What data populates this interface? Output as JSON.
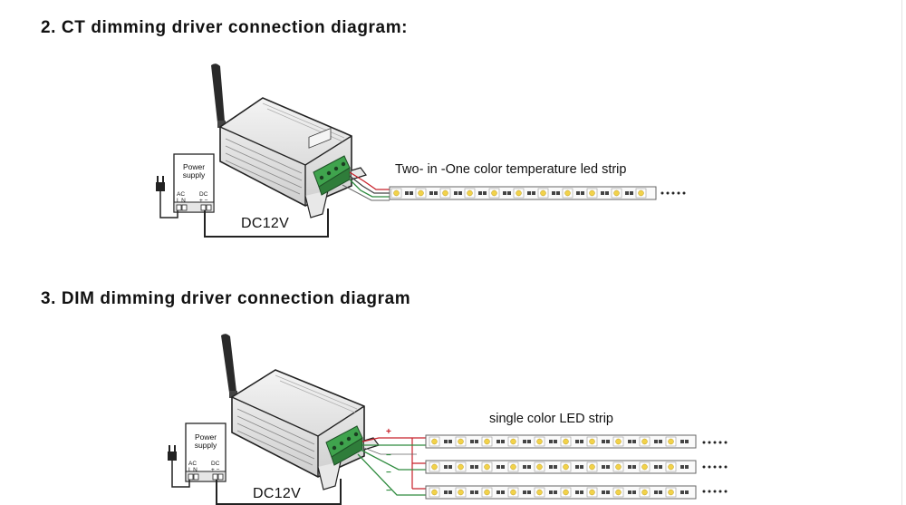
{
  "section_ct": {
    "title": "2. CT dimming driver connection diagram:",
    "strip_label": "Two- in -One color temperature led strip",
    "dc_label": "DC12V",
    "psu": {
      "line1": "Power",
      "line2": "supply",
      "ac": "AC",
      "ac_terms": "L N",
      "dc": "DC",
      "dc_terms": "+ −"
    }
  },
  "section_dim": {
    "title": "3. DIM dimming driver connection diagram",
    "strip_label": "single color LED strip",
    "dc_label": "DC12V",
    "psu": {
      "line1": "Power",
      "line2": "supply",
      "ac": "AC",
      "ac_terms": "L N",
      "dc": "DC",
      "dc_terms": "+ −"
    },
    "signs": {
      "plus": "+",
      "minus": "−"
    }
  },
  "colors": {
    "red_wire": "#c8202a",
    "green_wire": "#2e8b3e",
    "terminal_green": "#3fa34d",
    "led": "#f2d24a"
  }
}
